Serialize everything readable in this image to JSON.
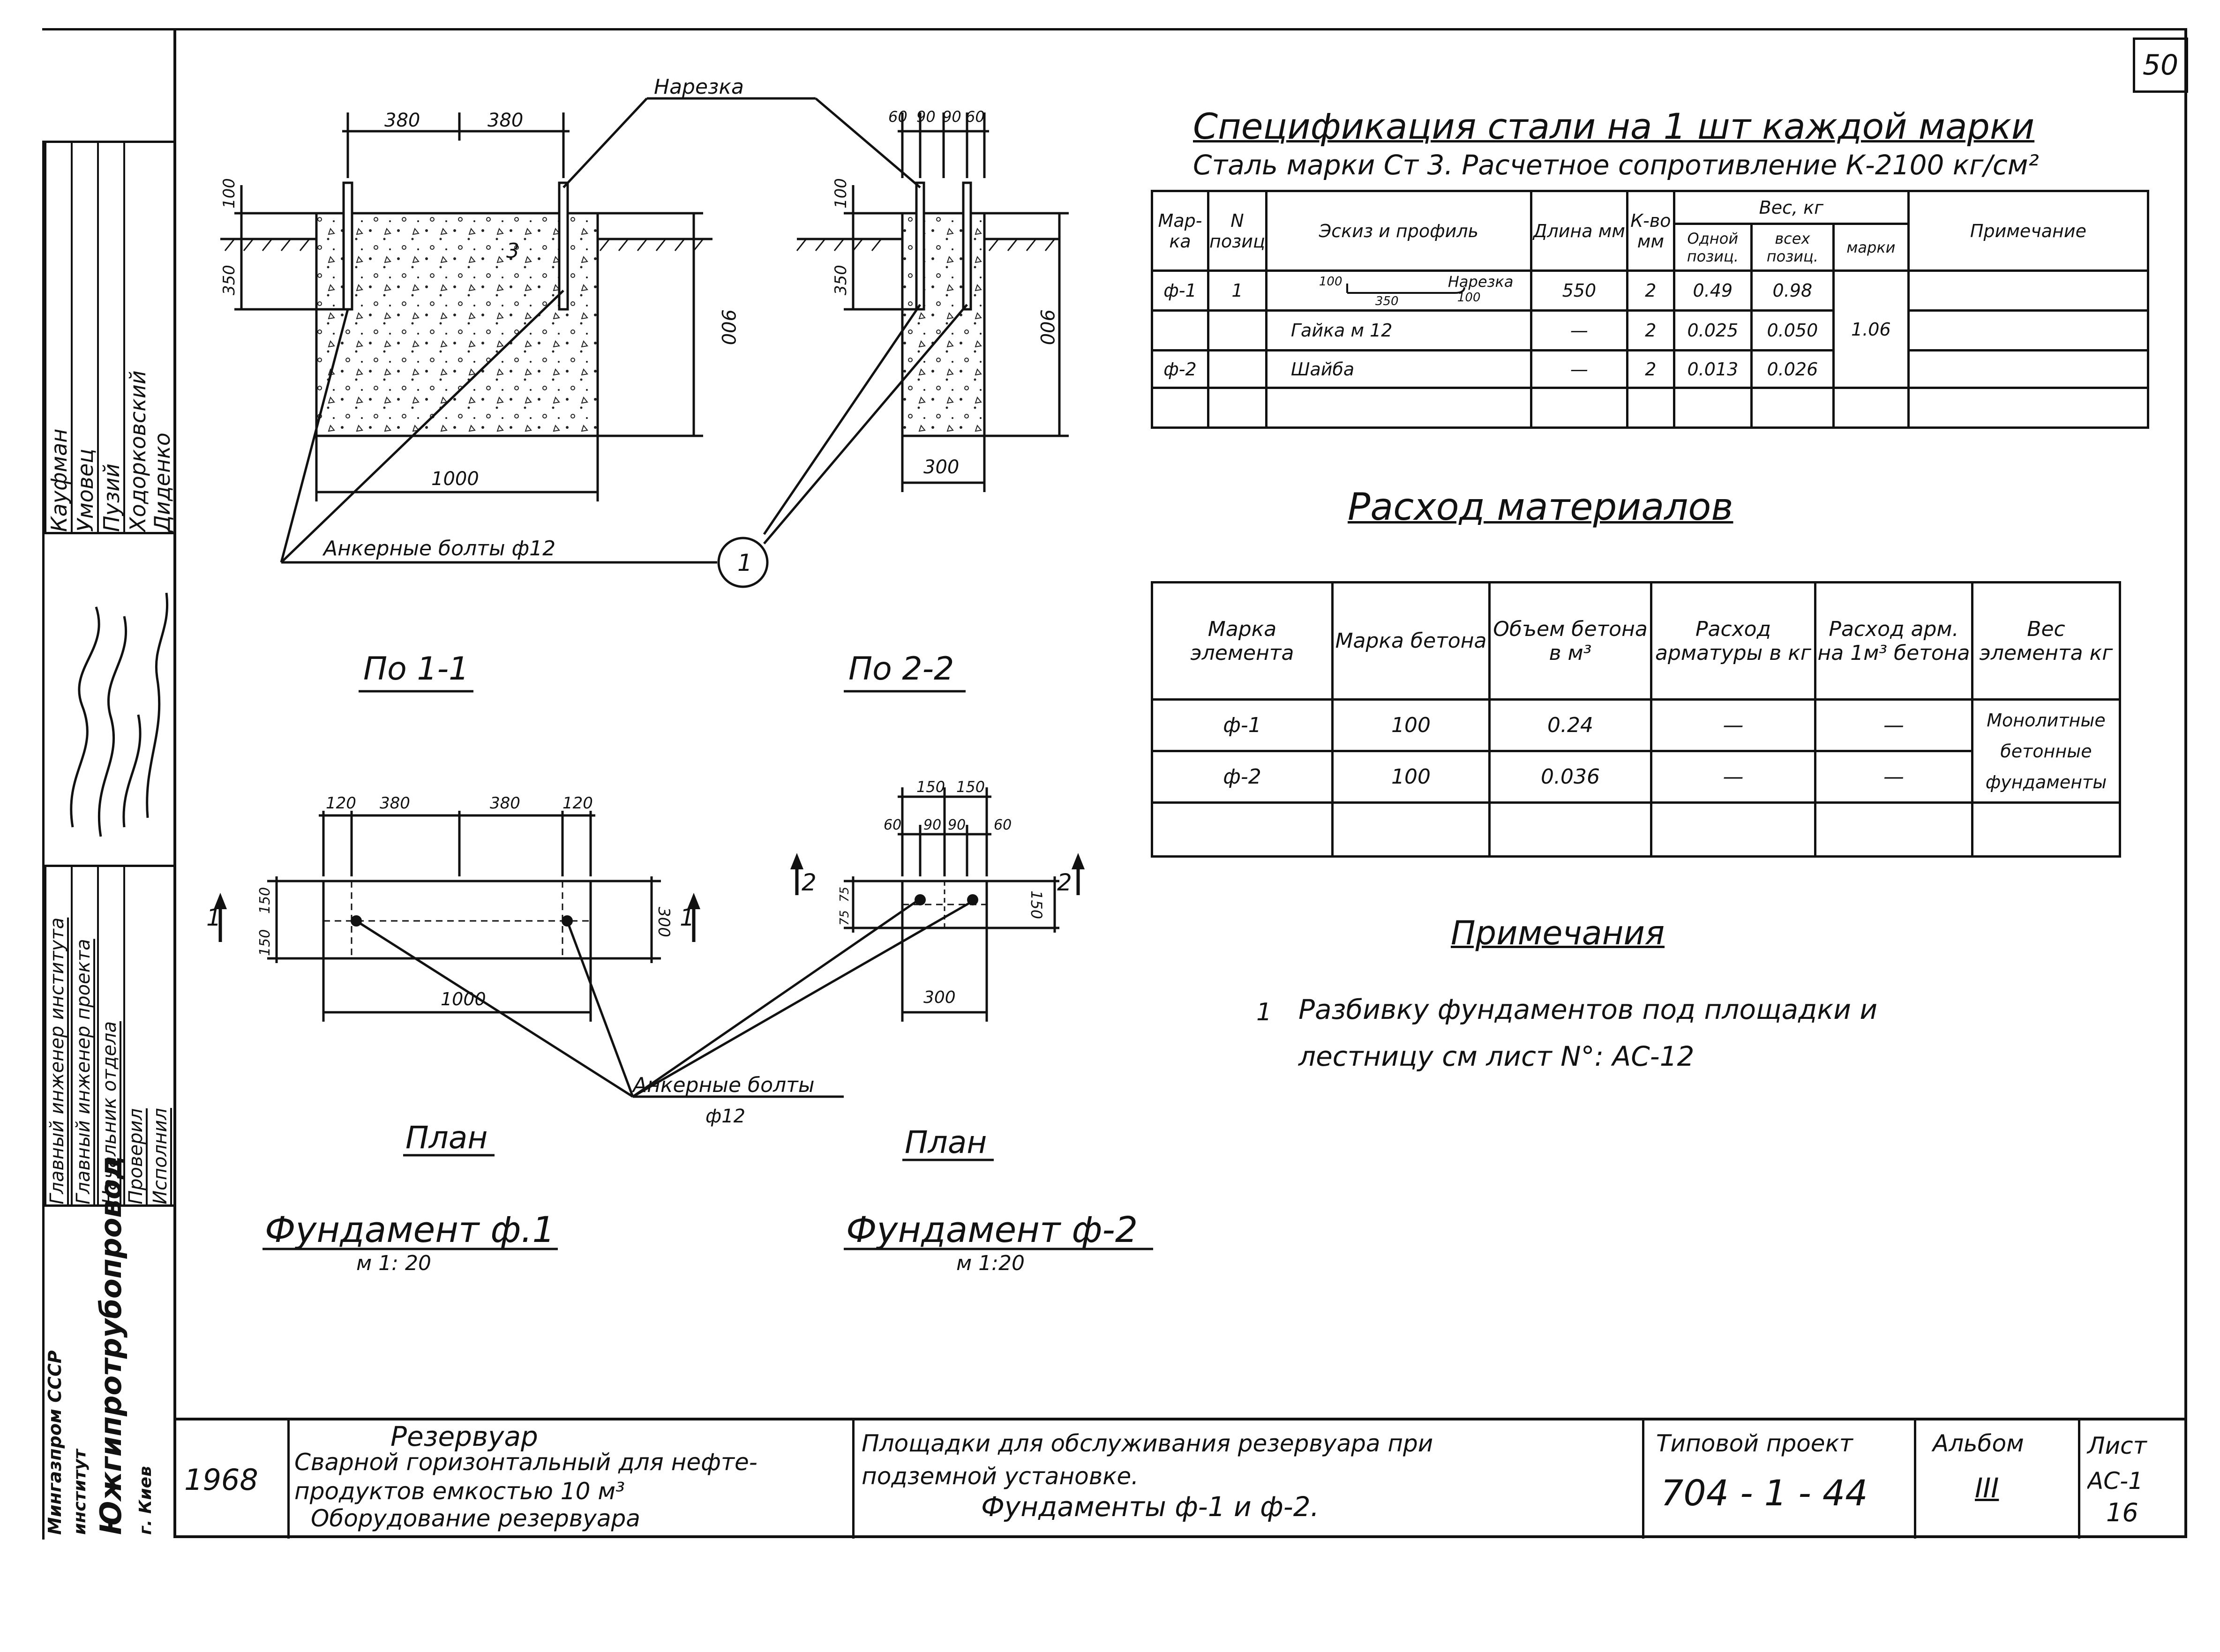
{
  "page_no": "50",
  "drawing": {
    "cutting_label": "Нарезка",
    "sec1_dims": [
      "380",
      "380"
    ],
    "sec1_depths": [
      "100",
      "350",
      "900"
    ],
    "sec1_width": "1000",
    "sec1_mark": "3",
    "sec2_dims": [
      "60",
      "90",
      "90",
      "60"
    ],
    "sec2_depths": [
      "100",
      "350",
      "900"
    ],
    "sec2_width": "300",
    "anchor_label_top": "Анкерные  болты   ф12",
    "callout": "1",
    "section1_title": "По 1-1",
    "section2_title": "По 2-2",
    "plan1_dims": [
      "120",
      "380",
      "380",
      "120"
    ],
    "plan1_side": [
      "150",
      "150"
    ],
    "plan1_depth": "300",
    "plan1_width": "1000",
    "plan2_top": [
      "150",
      "150"
    ],
    "plan2_dims": [
      "60",
      "90",
      "90",
      "60"
    ],
    "plan2_side": [
      "75",
      "75"
    ],
    "plan2_depth": "150",
    "plan2_width": "300",
    "cut1": "1",
    "cut2": "2",
    "anchor_label_bottom": "Анкерные болты",
    "anchor_dia": "ф12",
    "plan_label": "План",
    "f1_title": "Фундамент ф.1",
    "f1_scale": "м 1: 20",
    "f2_title": "Фундамент ф-2",
    "f2_scale": "м 1:20"
  },
  "spec": {
    "title": "Спецификация  стали  на 1 шт  каждой  марки",
    "subtitle": "Сталь    марки   Ст 3.   Расчетное сопротивление  К-2100 кг/см²",
    "headers": [
      "Мар-ка",
      "N позиц",
      "Эскиз и профиль",
      "Длина мм",
      "К-во мм",
      "Вес, кг",
      "Одной позиц.",
      "всех позиц.",
      "марки",
      "Примечание"
    ],
    "sketch_note": [
      "100",
      "Нарезка",
      "350",
      "100"
    ],
    "rows": [
      {
        "mark": "ф-1",
        "pos": "1",
        "sketch": "",
        "len": "550",
        "qty": "2",
        "one": "0.49",
        "all": "0.98"
      },
      {
        "mark": "",
        "pos": "",
        "sketch": "Гайка      м 12",
        "len": "—",
        "qty": "2",
        "one": "0.025",
        "all": "0.050"
      },
      {
        "mark": "ф-2",
        "pos": "",
        "sketch": "Шайба",
        "len": "—",
        "qty": "2",
        "one": "0.013",
        "all": "0.026"
      }
    ],
    "mark_total": "1.06"
  },
  "materials": {
    "title": "Расход  материалов",
    "headers": [
      "Марка элемента",
      "Марка бетона",
      "Объем бетона в м³",
      "Расход арматуры в кг",
      "Расход арм. на 1м³ бетона",
      "Вес элемента кг"
    ],
    "rows": [
      {
        "el": "ф-1",
        "grade": "100",
        "vol": "0.24",
        "arm": "—",
        "arm1": "—"
      },
      {
        "el": "ф-2",
        "grade": "100",
        "vol": "0.036",
        "arm": "—",
        "arm1": "—"
      }
    ],
    "note_lines": [
      "Монолитные",
      "бетонные",
      "фундаменты"
    ]
  },
  "notes": {
    "title": "Примечания",
    "num": "1",
    "line1": "Разбивку   фундаментов   под  площадки  и",
    "line2": "лестницу   см   лист  N°: АС-12"
  },
  "stamp": {
    "names": [
      "Кауфман",
      "Умовец",
      "Пузий",
      "Ходорковский",
      "Диденко"
    ],
    "roles": [
      "Главный инженер института",
      "Главный инженер проекта",
      "Начальник отдела",
      "Проверил",
      "Исполнил"
    ],
    "org_line1": "Мингазпром СССР",
    "org_line2": "институт",
    "org_name": "Южгипротрубопровод",
    "city": "г. Киев"
  },
  "title_block": {
    "year": "1968",
    "obj_title": "Резервуар",
    "obj_desc1": "Сварной горизонтальный для нефте-",
    "obj_desc2": "продуктов емкостью      10 м³",
    "obj_desc3": "Оборудование  резервуара",
    "work1": "Площадки для обслуживания резервуара   при",
    "work2": "подземной    установке.",
    "work3": "Фундаменты   ф-1  и   ф-2.",
    "proj_label": "Типовой проект",
    "proj_no": "704 - 1 - 44",
    "album_label": "Альбом",
    "album_no": "III",
    "sheet_label": "Лист",
    "sheet_no": "АС-1",
    "sheet_sub": "16"
  }
}
